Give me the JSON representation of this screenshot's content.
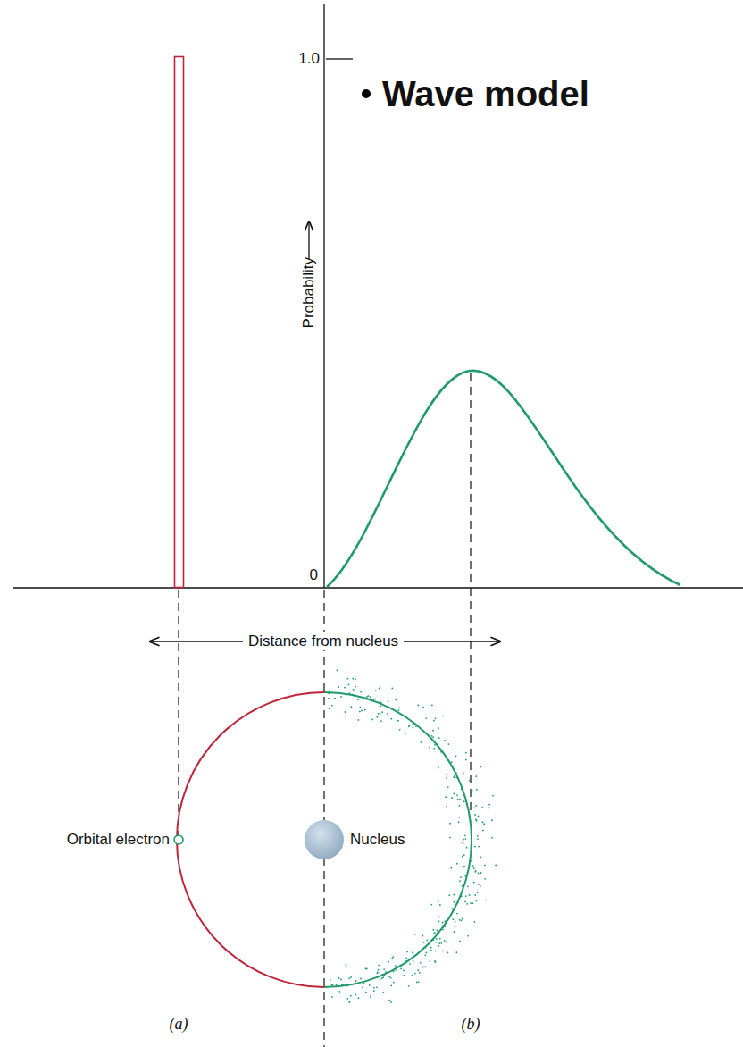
{
  "diagram": {
    "labels": [
      "Wave model",
      "1.0",
      "Probability",
      "0",
      "Distance from nucleus",
      "Orbital electron",
      "Nucleus",
      "(a)",
      "(b)"
    ]
  }
}
